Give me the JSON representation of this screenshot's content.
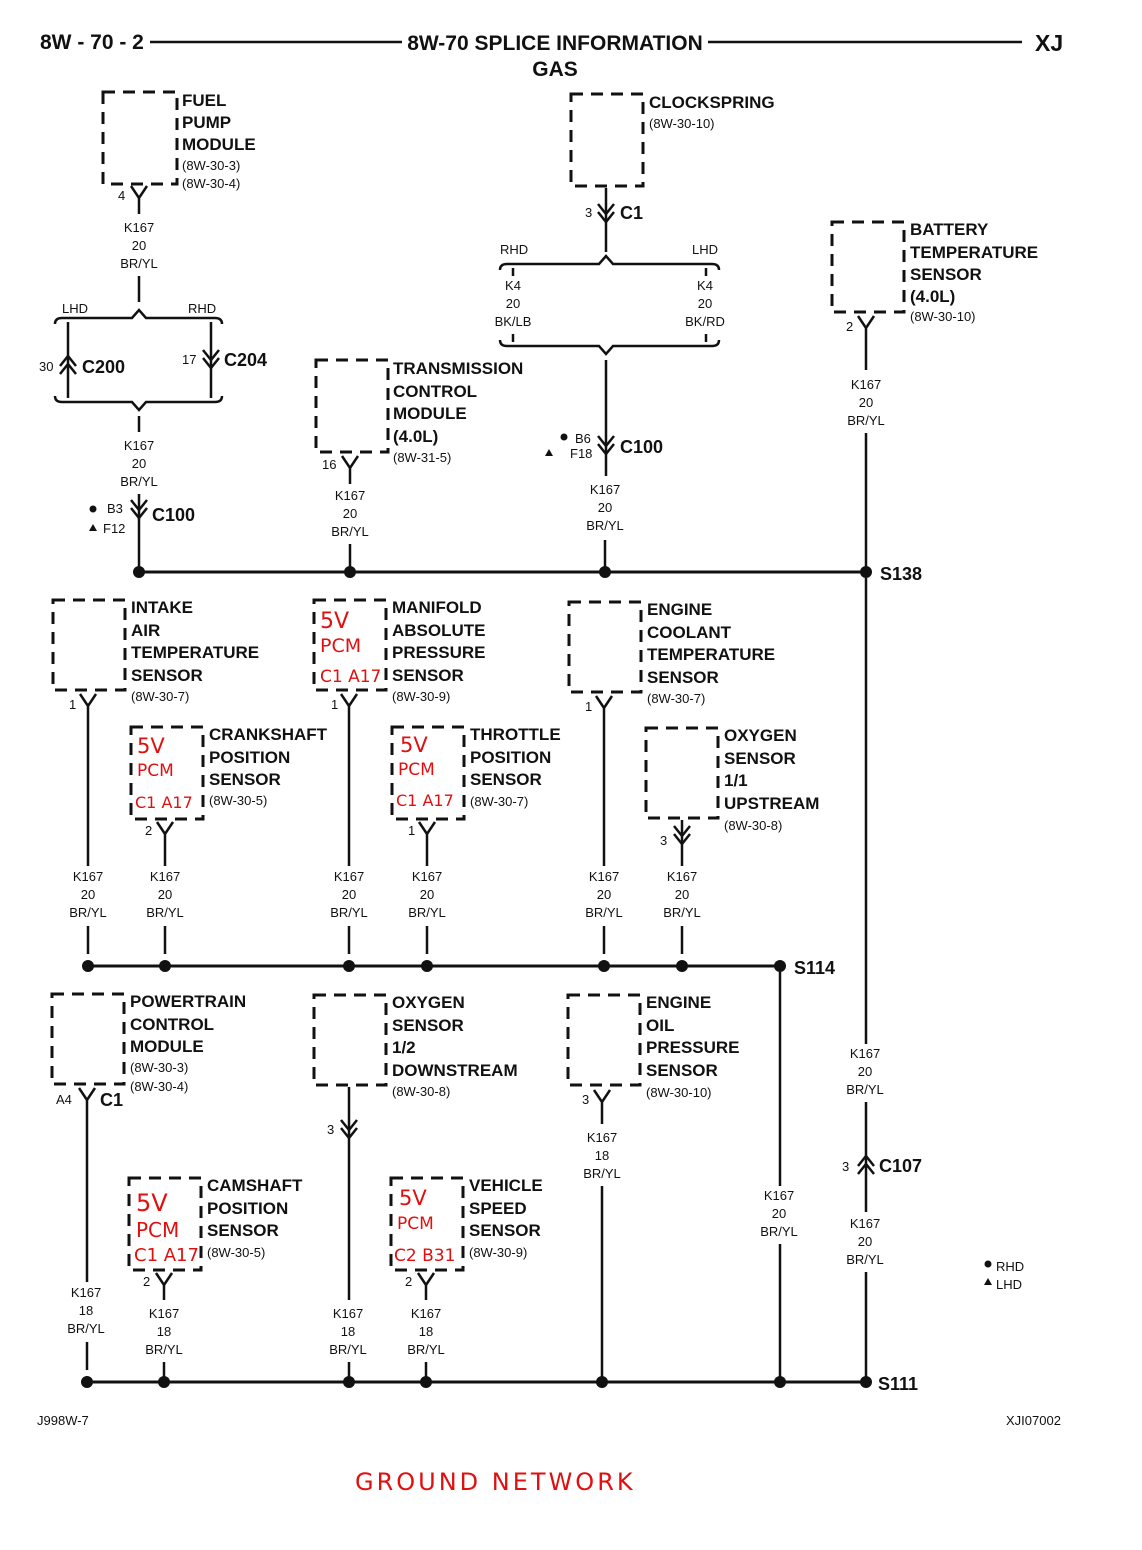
{
  "header": {
    "page_number": "8W - 70 - 2",
    "title": "8W-70 SPLICE INFORMATION",
    "subtitle": "GAS",
    "model": "XJ"
  },
  "footer": {
    "left_code": "J998W-7",
    "right_code": "XJI07002",
    "handwritten_note": "GROUND NETWORK"
  },
  "legend": {
    "dot_label": "RHD",
    "triangle_label": "LHD"
  },
  "components": {
    "fuel_pump_module": {
      "name": [
        "FUEL",
        "PUMP",
        "MODULE"
      ],
      "refs": [
        "(8W-30-3)",
        "(8W-30-4)"
      ],
      "pin": "4"
    },
    "clockspring": {
      "name": [
        "CLOCKSPRING"
      ],
      "refs": [
        "(8W-30-10)"
      ],
      "pin": "3",
      "connector": "C1"
    },
    "battery_temp_sensor": {
      "name": [
        "BATTERY",
        "TEMPERATURE",
        "SENSOR",
        "(4.0L)"
      ],
      "refs": [
        "(8W-30-10)"
      ],
      "pin": "2"
    },
    "tcm": {
      "name": [
        "TRANSMISSION",
        "CONTROL",
        "MODULE",
        "(4.0L)"
      ],
      "refs": [
        "(8W-31-5)"
      ],
      "pin": "16"
    },
    "iat_sensor": {
      "name": [
        "INTAKE",
        "AIR",
        "TEMPERATURE",
        "SENSOR"
      ],
      "refs": [
        "(8W-30-7)"
      ],
      "pin": "1"
    },
    "map_sensor": {
      "name": [
        "MANIFOLD",
        "ABSOLUTE",
        "PRESSURE",
        "SENSOR"
      ],
      "refs": [
        "(8W-30-9)"
      ],
      "pin": "1",
      "note": [
        "5V",
        "PCM",
        "C1 A17"
      ]
    },
    "ect_sensor": {
      "name": [
        "ENGINE",
        "COOLANT",
        "TEMPERATURE",
        "SENSOR"
      ],
      "refs": [
        "(8W-30-7)"
      ],
      "pin": "1"
    },
    "ckp_sensor": {
      "name": [
        "CRANKSHAFT",
        "POSITION",
        "SENSOR"
      ],
      "refs": [
        "(8W-30-5)"
      ],
      "pin": "2",
      "note": [
        "5V",
        "PCM",
        "C1 A17"
      ]
    },
    "tps_sensor": {
      "name": [
        "THROTTLE",
        "POSITION",
        "SENSOR"
      ],
      "refs": [
        "(8W-30-7)"
      ],
      "pin": "1",
      "note": [
        "5V",
        "PCM",
        "C1 A17"
      ]
    },
    "o2_upstream": {
      "name": [
        "OXYGEN",
        "SENSOR",
        "1/1",
        "UPSTREAM"
      ],
      "refs": [
        "(8W-30-8)"
      ],
      "pin": "3"
    },
    "pcm": {
      "name": [
        "POWERTRAIN",
        "CONTROL",
        "MODULE"
      ],
      "refs": [
        "(8W-30-3)",
        "(8W-30-4)"
      ],
      "pin": "A4",
      "connector": "C1"
    },
    "o2_downstream": {
      "name": [
        "OXYGEN",
        "SENSOR",
        "1/2",
        "DOWNSTREAM"
      ],
      "refs": [
        "(8W-30-8)"
      ],
      "pin": "3"
    },
    "oil_pressure_sensor": {
      "name": [
        "ENGINE",
        "OIL",
        "PRESSURE",
        "SENSOR"
      ],
      "refs": [
        "(8W-30-10)"
      ],
      "pin": "3"
    },
    "cmp_sensor": {
      "name": [
        "CAMSHAFT",
        "POSITION",
        "SENSOR"
      ],
      "refs": [
        "(8W-30-5)"
      ],
      "pin": "2",
      "note": [
        "5V",
        "PCM",
        "C1 A17"
      ]
    },
    "vss_sensor": {
      "name": [
        "VEHICLE",
        "SPEED",
        "SENSOR"
      ],
      "refs": [
        "(8W-30-9)"
      ],
      "pin": "2",
      "note": [
        "5V",
        "PCM",
        "C2 B31"
      ]
    }
  },
  "connectors": {
    "c200": {
      "name": "C200",
      "pin": "30",
      "side": "LHD"
    },
    "c204": {
      "name": "C204",
      "pin": "17",
      "side": "RHD"
    },
    "c100_left": {
      "name": "C100",
      "pins": [
        "B3",
        "F12"
      ]
    },
    "c100_right": {
      "name": "C100",
      "pins": [
        "B6",
        "F18"
      ]
    },
    "c107": {
      "name": "C107",
      "pin": "3"
    },
    "rhd_label": "RHD",
    "lhd_label": "LHD"
  },
  "wires": {
    "k167_20": [
      "K167",
      "20",
      "BR/YL"
    ],
    "k167_18": [
      "K167",
      "18",
      "BR/YL"
    ],
    "k4_bklb": [
      "K4",
      "20",
      "BK/LB"
    ],
    "k4_bkrd": [
      "K4",
      "20",
      "BK/RD"
    ]
  },
  "splices": {
    "s138": "S138",
    "s114": "S114",
    "s111": "S111"
  }
}
